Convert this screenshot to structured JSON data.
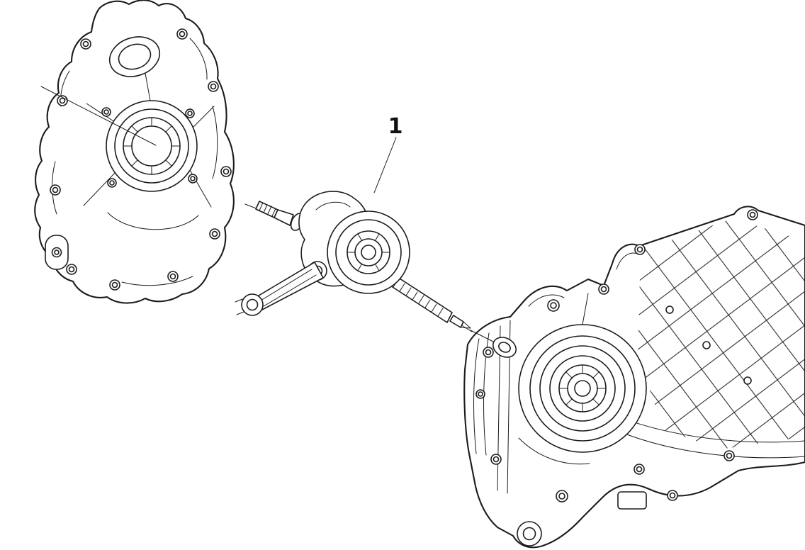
{
  "page": {
    "background_color": "#ffffff",
    "line_color": "#1c1c1c",
    "label_color": "#111111"
  },
  "diagram": {
    "type": "exploded-parts-diagram",
    "description": "Engine crankcase halves with crankshaft and connecting rod shown exploded between them",
    "callouts": [
      {
        "label": "1"
      }
    ],
    "components": [
      {
        "name": "left-crankcase-half"
      },
      {
        "name": "crankshaft-with-connecting-rod",
        "callout": "1"
      },
      {
        "name": "right-crankcase-half"
      }
    ]
  }
}
